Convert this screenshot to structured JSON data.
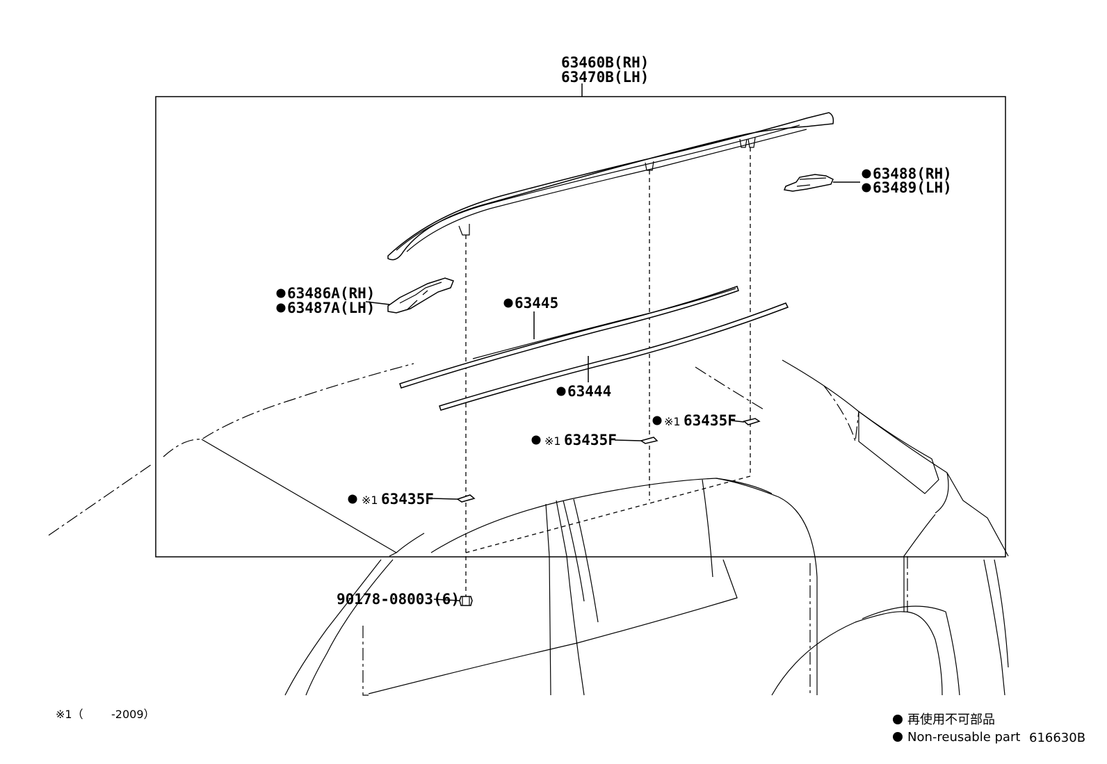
{
  "labels": {
    "rail_rh": "63460B(RH)",
    "rail_lh": "63470B(LH)",
    "cover_front_rh": "63488(RH)",
    "cover_front_lh": "63489(LH)",
    "cover_rear_rh": "63486A(RH)",
    "cover_rear_lh": "63487A(LH)",
    "seal_upper": "63445",
    "seal_lower": "63444",
    "pad_mark": "※1",
    "pad_a": "63435F",
    "pad_b": "63435F",
    "pad_c": "63435F",
    "nut": "90178-08003(6)",
    "footnote_mark": "※1（",
    "footnote_year": "-2009）",
    "legend_jp": "再使用不可部品",
    "legend_en": "Non-reusable part",
    "diagram_code": "616630B"
  },
  "colors": {
    "line": "#000000",
    "background": "#ffffff"
  },
  "icons": {
    "non_reusable": "filled-circle"
  }
}
